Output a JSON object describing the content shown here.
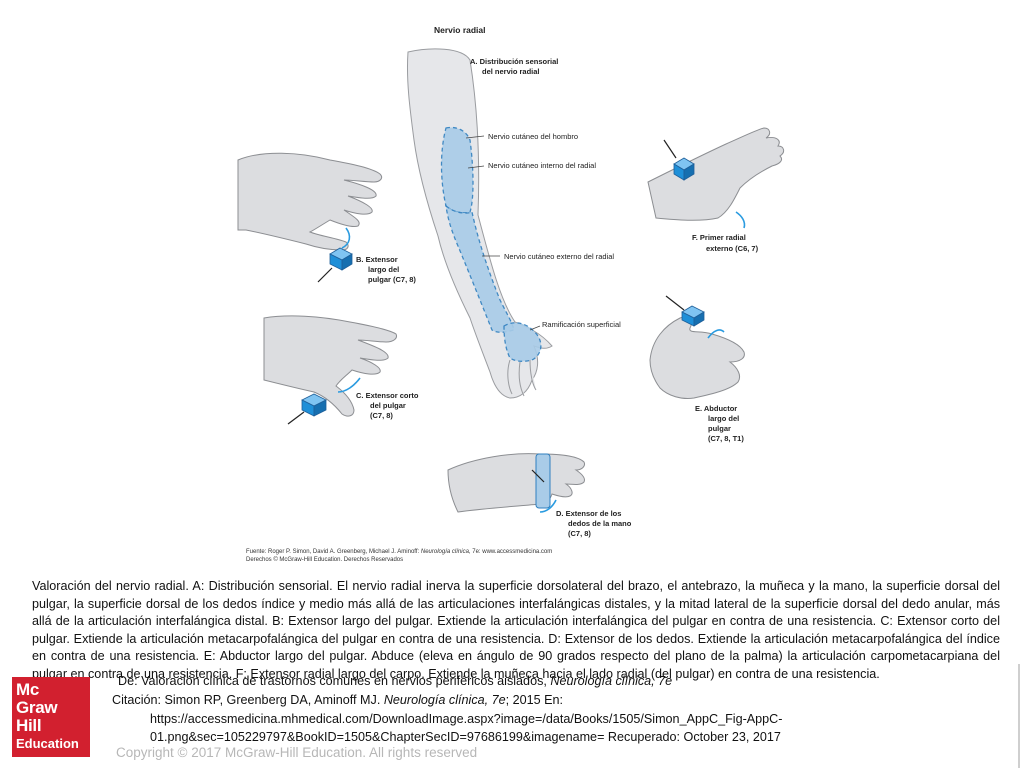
{
  "figure": {
    "title": "Nervio radial",
    "label_a_line1": "A. Distribución sensorial",
    "label_a_line2": "del nervio radial",
    "label_shoulder": "Nervio cutáneo del hombro",
    "label_internal": "Nervio cutáneo interno del radial",
    "label_external": "Nervio cutáneo externo del radial",
    "label_superficial": "Ramificación superficial",
    "label_b_line1": "B.  Extensor",
    "label_b_line2": "largo del",
    "label_b_line3": "pulgar (C7, 8)",
    "label_c_line1": "C.  Extensor corto",
    "label_c_line2": "del pulgar",
    "label_c_line3": "(C7, 8)",
    "label_d_line1": "D.  Extensor de los",
    "label_d_line2": "dedos de la mano",
    "label_d_line3": "(C7, 8)",
    "label_e_line1": "E.  Abductor",
    "label_e_line2": "largo del",
    "label_e_line3": "pulgar",
    "label_e_line4": "(C7, 8, T1)",
    "label_f_line1": "F.  Primer radial",
    "label_f_line2": "externo (C6, 7)",
    "source_prefix": "Fuente: Roger P. Simon, David A. Greenberg, Michael J. Aminoff:",
    "source_book": "Neurología clínica",
    "source_suffix": ", 7e: www.accessmedicina.com",
    "rights": "Derechos © McGraw-Hill Education. Derechos Reservados"
  },
  "caption": "Valoración del nervio radial. A: Distribución sensorial. El nervio radial inerva la superficie dorsolateral del brazo, el antebrazo, la muñeca y la mano, la superficie dorsal del pulgar, la superficie dorsal de los dedos índice y medio más allá de las articulaciones interfalángicas distales, y la mitad lateral de la superficie dorsal del dedo anular, más allá de la articulación interfalángica distal. B: Extensor largo del pulgar. Extiende la articulación interfalángica del pulgar en contra de una resistencia. C: Extensor corto del pulgar. Extiende la articulación metacarpofalángica del pulgar en contra de una resistencia. D: Extensor de los dedos. Extiende la articulación metacarpofalángica del índice en contra de una resistencia. E: Abductor largo del pulgar. Abduce (eleva en ángulo de 90 grados respecto del plano de la palma) la articulación carpometacarpiana del pulgar en contra de una resistencia. F: Extensor radial largo del carpo. Extiende la muñeca hacia el lado radial (del pulgar) en contra de una resistencia.",
  "citation": {
    "from_prefix": "De: Valoración clínica de trastornos comunes en nervios periféricos aislados,",
    "from_book": "Neurología clínica, 7e",
    "cite_prefix": "Citación: Simon RP, Greenberg DA, Aminoff MJ.",
    "cite_book": "Neurología clínica, 7e",
    "cite_suffix": "; 2015 En:",
    "url_line1": "https://accessmedicina.mhmedical.com/DownloadImage.aspx?image=/data/Books/1505/Simon_AppC_Fig-AppC-",
    "url_line2": "01.png&sec=105229797&BookID=1505&ChapterSecID=97686199&imagename= Recuperado: October 23, 2017"
  },
  "copyright": "Copyright © 2017 McGraw-Hill Education. All rights reserved",
  "logo": {
    "line1": "Mc",
    "line2": "Graw",
    "line3": "Hill",
    "line4": "Education"
  },
  "colors": {
    "accent_blue": "#1e8fd8",
    "zone_blue": "#a9cce8",
    "logo_red": "#d2202f",
    "copyright_gray": "#b7b7b7"
  }
}
